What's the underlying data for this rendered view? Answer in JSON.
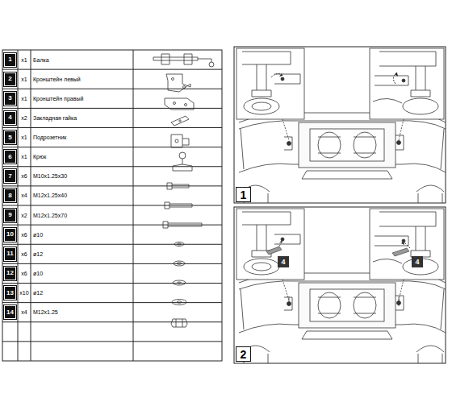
{
  "diagram": {
    "labels": [
      "1",
      "x1",
      "Балка",
      "2",
      "x1",
      "Кронштейн левый",
      "3",
      "x1",
      "Кронштейн правый",
      "4",
      "x2",
      "Закладная гайка",
      "5",
      "x1",
      "Подрозетник",
      "6",
      "x1",
      "Крюк",
      "7",
      "x6",
      "M10x1.25x30",
      "8",
      "x4",
      "M12x1.25x40",
      "9",
      "x2",
      "M12x1.25x70",
      "10",
      "x6",
      "ø10",
      "11",
      "x6",
      "ø12",
      "12",
      "x6",
      "ø10",
      "13",
      "x10",
      "ø12",
      "14",
      "x4",
      "M12x1.25",
      "1",
      "2",
      "4",
      "4"
    ]
  }
}
